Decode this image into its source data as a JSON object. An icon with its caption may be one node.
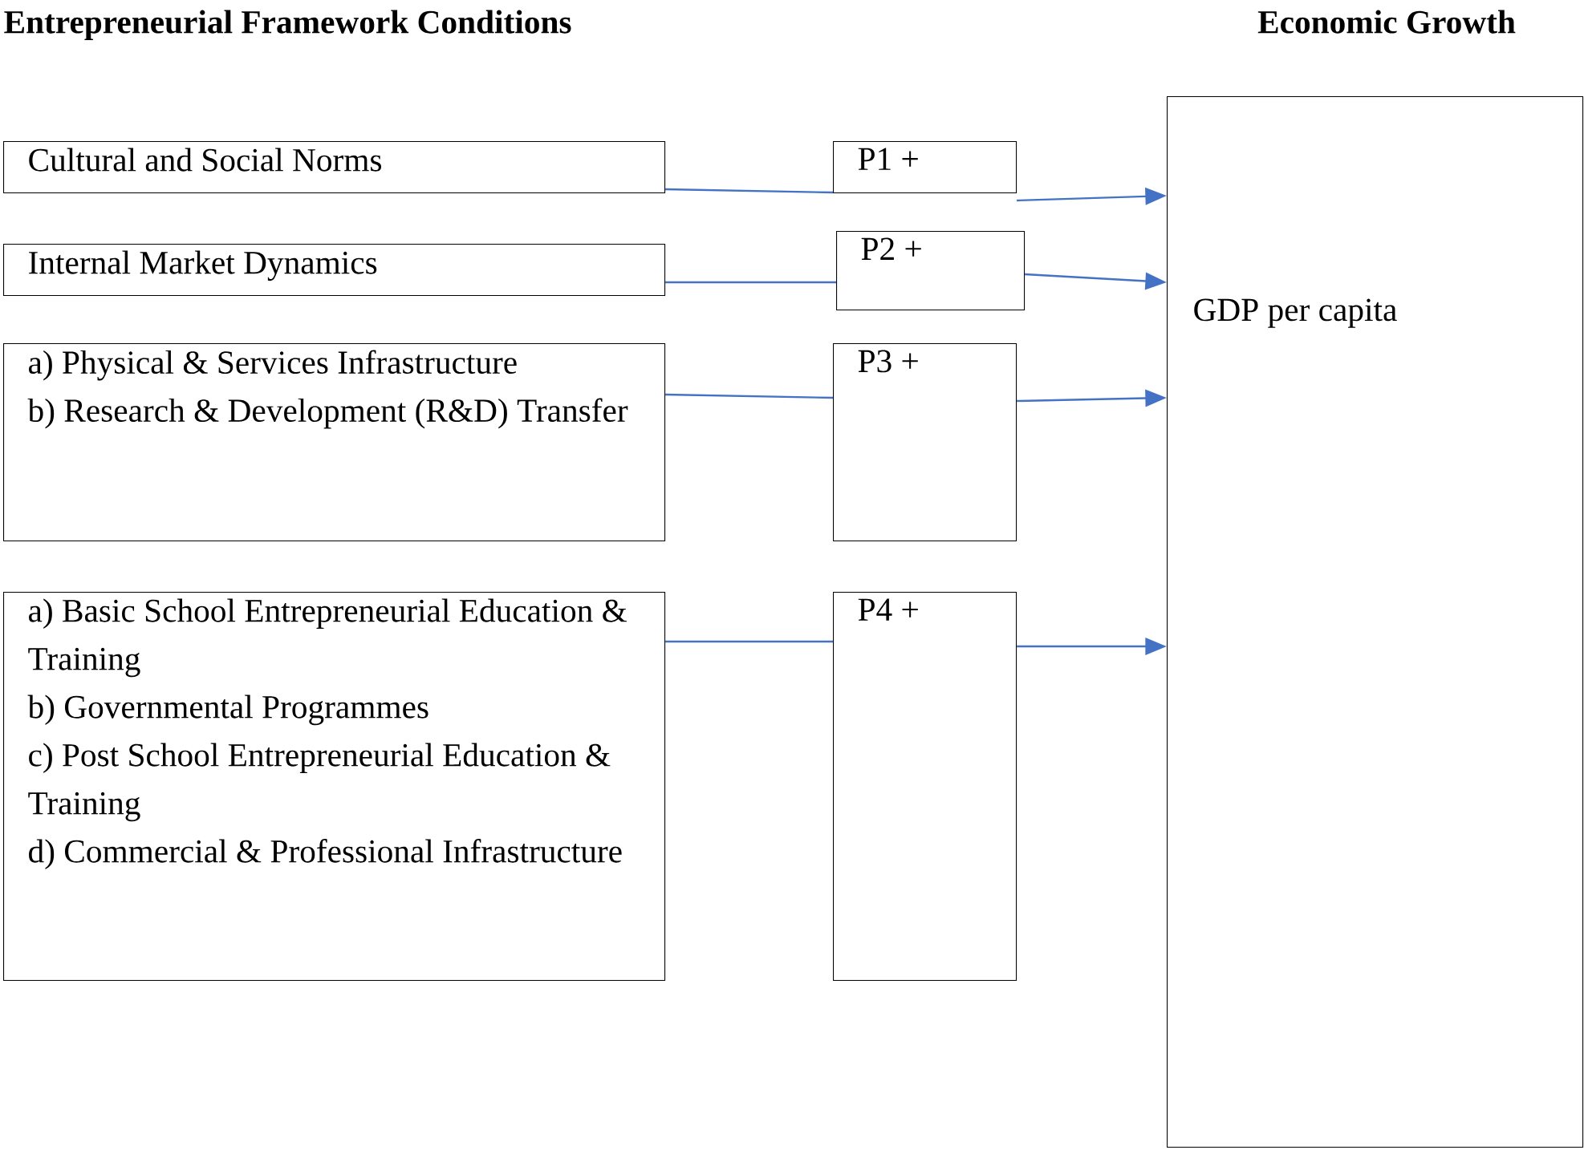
{
  "diagram": {
    "nodes": [
      {
        "text": [
          "Cultural and Social Norms"
        ]
      },
      {
        "text": [
          "Internal Market Dynamics"
        ]
      },
      {
        "text": [
          "a) Physical & Services Infrastructure",
          "b) Research & Development (R&D) Transfer"
        ]
      },
      {
        "text": [
          "a) Basic School Entrepreneurial Education & Training",
          "b) Governmental Programmes",
          "c) Post School Entrepreneurial Education & Training",
          "d) Commercial & Professional Infrastructure"
        ]
      },
      {
        "text": [
          "P1 +"
        ]
      },
      {
        "text": [
          "P2 +"
        ]
      },
      {
        "text": [
          "P3 +"
        ]
      },
      {
        "text": [
          "P4 +"
        ]
      },
      {
        "text": [
          "Economic Growth",
          "GDP per capita"
        ]
      }
    ],
    "edges": [
      {
        "from": 0,
        "to": 4,
        "arrow": "none"
      },
      {
        "from": 1,
        "to": 5,
        "arrow": "none"
      },
      {
        "from": 2,
        "to": 6,
        "arrow": "none"
      },
      {
        "from": 3,
        "to": 7,
        "arrow": "none"
      },
      {
        "from": 4,
        "to": 8,
        "arrow": "to"
      },
      {
        "from": 5,
        "to": 8,
        "arrow": "to"
      },
      {
        "from": 6,
        "to": 8,
        "arrow": "to"
      },
      {
        "from": 7,
        "to": 8,
        "arrow": "to"
      }
    ],
    "labels": [
      "Entrepreneurial Framework Conditions"
    ]
  }
}
